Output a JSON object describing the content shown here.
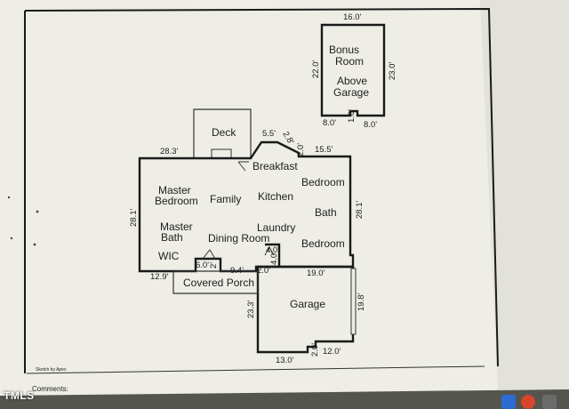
{
  "watermark": "TMLS",
  "bonus": {
    "line1": "Bonus",
    "line2": "Room",
    "line3": "Above",
    "line4": "Garage"
  },
  "rooms": {
    "deck": "Deck",
    "breakfast": "Breakfast",
    "master_bedroom_1": "Master",
    "master_bedroom_2": "Bedroom",
    "family": "Family",
    "kitchen": "Kitchen",
    "bedroom_upper": "Bedroom",
    "bath": "Bath",
    "master_bath_1": "Master",
    "master_bath_2": "Bath",
    "dining_room": "Dining Room",
    "laundry": "Laundry",
    "bedroom_lower": "Bedroom",
    "wic": "WIC",
    "covered_porch": "Covered Porch",
    "garage": "Garage"
  },
  "dimensions": {
    "bonus_width": "16.0'",
    "bonus_left": "22.0'",
    "bonus_right": "23.0'",
    "bonus_bottom_left": "8.0'",
    "bonus_bottom_mid": "1.0'",
    "bonus_bottom_right": "8.0'",
    "top_left": "28.3'",
    "top_mid": "5.5'",
    "angle": "2.8'",
    "step": "2.0'",
    "top_right": "15.5'",
    "left_side": "28.1'",
    "right_side": "28.1'",
    "porch_a": "6.0'",
    "porch_b": "2'",
    "porch_c": "9.4'",
    "porch_d": "2.0'",
    "laundry_a": "4.0'",
    "laundry_b": "4.0'",
    "bottom_left": "12.9'",
    "garage_top": "19.0'",
    "garage_left": "23.3'",
    "garage_right": "19.8'",
    "garage_bottom": "13.0'",
    "garage_notch": "2.0'",
    "garage_bottom_right": "12.0'"
  },
  "footer": {
    "sketch_credit": "Sketch by Apex",
    "comments": "Comments:"
  }
}
